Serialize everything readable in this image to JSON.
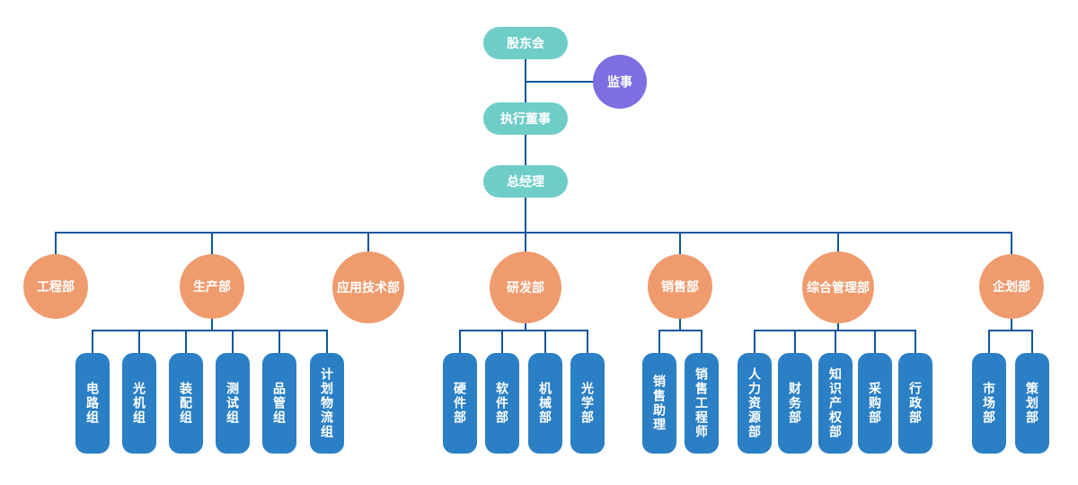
{
  "chart_type": "org-chart",
  "colors": {
    "teal_node": "#6fcdc8",
    "purple_node": "#7b6fe1",
    "orange_node": "#ef9b6e",
    "blue_node": "#2a7fc5",
    "connector_line": "#0d559c",
    "text": "#ffffff"
  },
  "org": {
    "root": {
      "label": "股东会"
    },
    "supervisor": {
      "label": "监事"
    },
    "executive_director": {
      "label": "执行董事"
    },
    "general_manager": {
      "label": "总经理"
    },
    "departments": [
      {
        "label": "工程部",
        "children": []
      },
      {
        "label": "生产部",
        "children": [
          "电路组",
          "光机组",
          "装配组",
          "测试组",
          "品管组",
          "计划物流组"
        ]
      },
      {
        "label": "应用技术部",
        "children": []
      },
      {
        "label": "研发部",
        "children": [
          "硬件部",
          "软件部",
          "机械部",
          "光学部"
        ]
      },
      {
        "label": "销售部",
        "children": [
          "销售助理",
          "销售工程师"
        ]
      },
      {
        "label": "综合管理部",
        "children": [
          "人力资源部",
          "财务部",
          "知识产权部",
          "采购部",
          "行政部"
        ]
      },
      {
        "label": "企划部",
        "children": [
          "市场部",
          "策划部"
        ]
      }
    ]
  }
}
